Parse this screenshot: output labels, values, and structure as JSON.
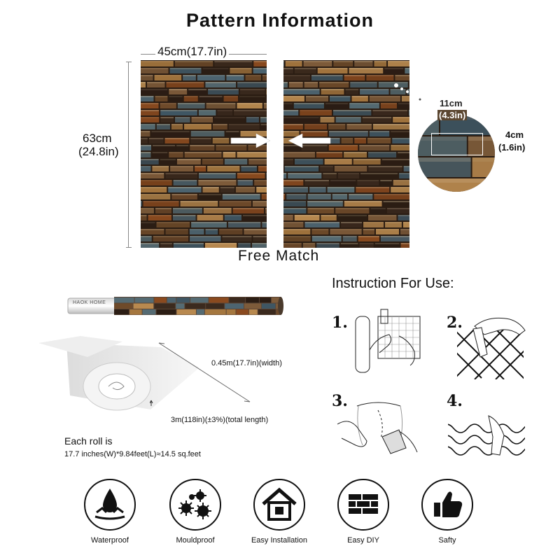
{
  "title": "Pattern Information",
  "width_label": "45cm(17.7in)",
  "height_label_cm": "63cm",
  "height_label_in": "(24.8in)",
  "brick_width_cm": "11cm",
  "brick_width_in": "(4.3in)",
  "brick_height_cm": "4cm",
  "brick_height_in": "(1.6in)",
  "free_match": "Free Match",
  "instruction_title": "Instruction For Use:",
  "steps": [
    "1.",
    "2.",
    "3.",
    "4."
  ],
  "roll_brand": "HAOK HOME",
  "roll_width": "0.45m(17.7in)(width)",
  "roll_length": "3m(118in)(±3%)(total length)",
  "each_roll": "Each roll is",
  "each_roll_detail": "17.7 inches(W)*9.84feet(L)≈14.5 sq.feet",
  "features": [
    {
      "icon": "waterproof-icon",
      "label": "Waterproof"
    },
    {
      "icon": "mouldproof-icon",
      "label": "Mouldproof"
    },
    {
      "icon": "house-icon",
      "label": "Easy Installation"
    },
    {
      "icon": "brick-wall-icon",
      "label": "Easy DIY"
    },
    {
      "icon": "thumbs-up-icon",
      "label": "Safty"
    }
  ],
  "colors": {
    "rust": "#8a4a1f",
    "slate": "#3f5663",
    "dark": "#2b1d14",
    "tan": "#a5773f"
  }
}
